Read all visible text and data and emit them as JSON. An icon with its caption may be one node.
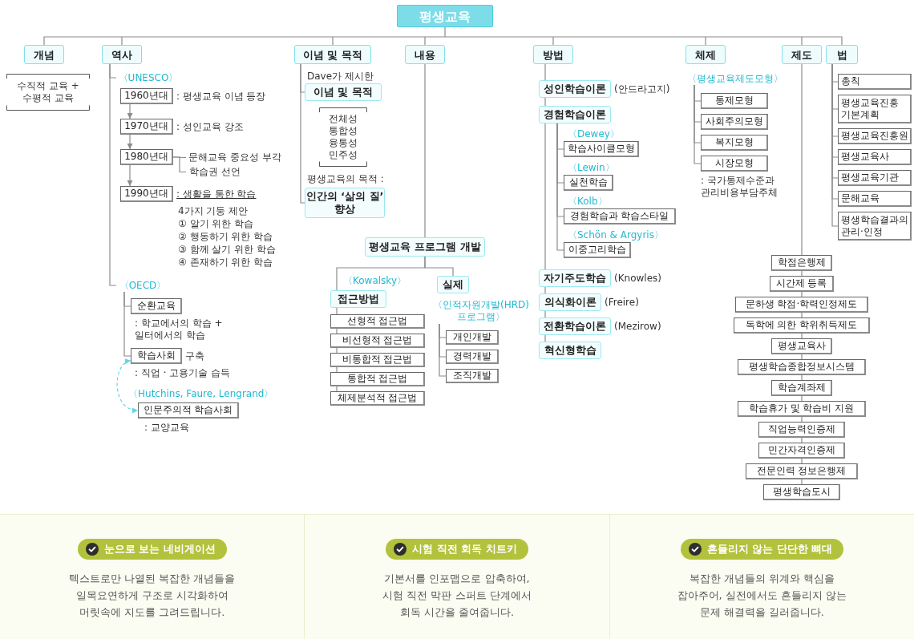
{
  "diagram": {
    "nodes": [
      {
        "text": [
          "평생교육"
        ]
      },
      {
        "text": [
          "개념"
        ]
      },
      {
        "text": [
          "역사"
        ]
      },
      {
        "text": [
          "이념 및 목적"
        ]
      },
      {
        "text": [
          "내용"
        ]
      },
      {
        "text": [
          "방법"
        ]
      },
      {
        "text": [
          "체제"
        ]
      },
      {
        "text": [
          "제도"
        ]
      },
      {
        "text": [
          "법"
        ]
      },
      {
        "text": [
          "수직적 교육 + 수평적 교육"
        ]
      },
      {
        "text": [
          "〈UNESCO〉"
        ]
      },
      {
        "text": [
          "1960년대"
        ],
        "beside": [
          ": 평생교육 이념 등장"
        ]
      },
      {
        "text": [
          "1970년대"
        ],
        "beside": [
          ": 성인교육 강조"
        ]
      },
      {
        "text": [
          "1980년대"
        ]
      },
      {
        "text": [
          "문해교육 중요성 부각"
        ]
      },
      {
        "text": [
          "학습권 선언"
        ]
      },
      {
        "text": [
          "1990년대"
        ],
        "beside": [
          ": 생활을 통한 학습",
          "4가지 기둥 제안",
          "① 알기 위한 학습",
          "② 행동하기 위한 학습",
          "③ 함께 살기 위한 학습",
          "④ 존재하기 위한 학습"
        ]
      },
      {
        "text": [
          "〈OECD〉"
        ]
      },
      {
        "text": [
          "순환교육"
        ],
        "beside": [
          ": 학교에서의 학습 + 일터에서의 학습"
        ]
      },
      {
        "text": [
          "학습사회"
        ],
        "beside": [
          "구축",
          ": 직업 · 고용기술 습득"
        ]
      },
      {
        "text": [
          "인문주의적 학습사회"
        ],
        "beside": [
          "〈Hutchins, Faure, Lengrand〉",
          ": 교양교육"
        ]
      },
      {
        "text": [
          "이념 및 목적"
        ],
        "beside": [
          "Dave가 제시한"
        ]
      },
      {
        "text": [
          "전체성",
          "통합성",
          "융통성",
          "민주성"
        ]
      },
      {
        "text": [
          "인간의 ‘삶의 질’ 향상"
        ],
        "beside": [
          "평생교육의 목적 :"
        ]
      },
      {
        "text": [
          "평생교육 프로그램 개발"
        ]
      },
      {
        "text": [
          "접근방법"
        ],
        "beside": [
          "〈Kowalsky〉"
        ]
      },
      {
        "text": [
          "선형적 접근법"
        ]
      },
      {
        "text": [
          "비선형적 접근법"
        ]
      },
      {
        "text": [
          "비통합적 접근법"
        ]
      },
      {
        "text": [
          "통합적 접근법"
        ]
      },
      {
        "text": [
          "체제분석적 접근법"
        ]
      },
      {
        "text": [
          "실제"
        ]
      },
      {
        "text": [
          "〈인적자원개발(HRD) 프로그램〉"
        ]
      },
      {
        "text": [
          "개인개발"
        ]
      },
      {
        "text": [
          "경력개발"
        ]
      },
      {
        "text": [
          "조직개발"
        ]
      },
      {
        "text": [
          "성인학습이론"
        ],
        "beside": [
          "(안드라고지)"
        ]
      },
      {
        "text": [
          "경험학습이론"
        ]
      },
      {
        "text": [
          "학습사이클모형"
        ],
        "beside": [
          "〈Dewey〉"
        ]
      },
      {
        "text": [
          "실천학습"
        ],
        "beside": [
          "〈Lewin〉"
        ]
      },
      {
        "text": [
          "경험학습과 학습스타일"
        ],
        "beside": [
          "〈Kolb〉"
        ]
      },
      {
        "text": [
          "이중고리학습"
        ],
        "beside": [
          "〈Schön & Argyris〉"
        ]
      },
      {
        "text": [
          "자기주도학습"
        ],
        "beside": [
          "(Knowles)"
        ]
      },
      {
        "text": [
          "의식화이론"
        ],
        "beside": [
          "(Freire)"
        ]
      },
      {
        "text": [
          "전환학습이론"
        ],
        "beside": [
          "(Mezirow)"
        ]
      },
      {
        "text": [
          "혁신형학습"
        ]
      },
      {
        "text": [
          "〈평생교육제도모형〉"
        ]
      },
      {
        "text": [
          "통제모형"
        ]
      },
      {
        "text": [
          "사회주의모형"
        ]
      },
      {
        "text": [
          "복지모형"
        ]
      },
      {
        "text": [
          "시장모형"
        ],
        "beside": [
          ": 국가통제수준과 관리비용부담주체"
        ]
      },
      {
        "text": [
          "학점은행제"
        ]
      },
      {
        "text": [
          "시간제 등록"
        ]
      },
      {
        "text": [
          "문하생 학점·학력인정제도"
        ]
      },
      {
        "text": [
          "독학에 의한 학위취득제도"
        ]
      },
      {
        "text": [
          "평생교육사"
        ]
      },
      {
        "text": [
          "평생학습종합정보시스템"
        ]
      },
      {
        "text": [
          "학습계좌제"
        ]
      },
      {
        "text": [
          "학습휴가 및 학습비 지원"
        ]
      },
      {
        "text": [
          "직업능력인증제"
        ]
      },
      {
        "text": [
          "민간자격인증제"
        ]
      },
      {
        "text": [
          "전문인력 정보은행제"
        ]
      },
      {
        "text": [
          "평생학습도시"
        ]
      },
      {
        "text": [
          "총칙"
        ]
      },
      {
        "text": [
          "평생교육진흥 기본계획"
        ]
      },
      {
        "text": [
          "평생교육진흥원"
        ]
      },
      {
        "text": [
          "평생교육사"
        ]
      },
      {
        "text": [
          "평생교육기관"
        ]
      },
      {
        "text": [
          "문해교육"
        ]
      },
      {
        "text": [
          "평생학습결과의 관리·인정"
        ]
      }
    ],
    "edges": [
      {
        "from": 0,
        "to": 1,
        "arrow": "none"
      },
      {
        "from": 0,
        "to": 2,
        "arrow": "none"
      },
      {
        "from": 0,
        "to": 3,
        "arrow": "none"
      },
      {
        "from": 0,
        "to": 4,
        "arrow": "none"
      },
      {
        "from": 0,
        "to": 5,
        "arrow": "none"
      },
      {
        "from": 0,
        "to": 6,
        "arrow": "none"
      },
      {
        "from": 0,
        "to": 7,
        "arrow": "none"
      },
      {
        "from": 0,
        "to": 8,
        "arrow": "none"
      },
      {
        "from": 2,
        "to": 10,
        "arrow": "none"
      },
      {
        "from": 2,
        "to": 17,
        "arrow": "none"
      },
      {
        "from": 11,
        "to": 12,
        "arrow": "to"
      },
      {
        "from": 12,
        "to": 13,
        "arrow": "to"
      },
      {
        "from": 13,
        "to": 14,
        "arrow": "none"
      },
      {
        "from": 13,
        "to": 15,
        "arrow": "none"
      },
      {
        "from": 13,
        "to": 16,
        "arrow": "to"
      },
      {
        "from": 17,
        "to": 18,
        "arrow": "none"
      },
      {
        "from": 17,
        "to": 19,
        "arrow": "none"
      },
      {
        "from": 19,
        "to": 20,
        "arrow": "both",
        "style": "dashed",
        "color": "#5cd6ea"
      },
      {
        "from": 3,
        "to": 21,
        "arrow": "none"
      },
      {
        "from": 3,
        "to": 23,
        "arrow": "none"
      },
      {
        "from": 4,
        "to": 24,
        "arrow": "none"
      },
      {
        "from": 24,
        "to": 25,
        "arrow": "none"
      },
      {
        "from": 25,
        "to": 26,
        "arrow": "none"
      },
      {
        "from": 26,
        "to": 27,
        "arrow": "none"
      },
      {
        "from": 27,
        "to": 28,
        "arrow": "none"
      },
      {
        "from": 28,
        "to": 29,
        "arrow": "none"
      },
      {
        "from": 29,
        "to": 30,
        "arrow": "none"
      },
      {
        "from": 24,
        "to": 31,
        "arrow": "none"
      },
      {
        "from": 32,
        "to": 33,
        "arrow": "none"
      },
      {
        "from": 32,
        "to": 34,
        "arrow": "none"
      },
      {
        "from": 32,
        "to": 35,
        "arrow": "none"
      },
      {
        "from": 5,
        "to": 36,
        "arrow": "none"
      },
      {
        "from": 36,
        "to": 37,
        "arrow": "none"
      },
      {
        "from": 37,
        "to": 38,
        "arrow": "none"
      },
      {
        "from": 37,
        "to": 39,
        "arrow": "none"
      },
      {
        "from": 37,
        "to": 40,
        "arrow": "none"
      },
      {
        "from": 37,
        "to": 41,
        "arrow": "none"
      },
      {
        "from": 37,
        "to": 42,
        "arrow": "none"
      },
      {
        "from": 42,
        "to": 43,
        "arrow": "none"
      },
      {
        "from": 43,
        "to": 44,
        "arrow": "none"
      },
      {
        "from": 44,
        "to": 45,
        "arrow": "none"
      },
      {
        "from": 46,
        "to": 47,
        "arrow": "none"
      },
      {
        "from": 46,
        "to": 48,
        "arrow": "none"
      },
      {
        "from": 46,
        "to": 49,
        "arrow": "none"
      },
      {
        "from": 46,
        "to": 50,
        "arrow": "none"
      },
      {
        "from": 7,
        "to": 51,
        "arrow": "none"
      },
      {
        "from": 51,
        "to": 52,
        "arrow": "none"
      },
      {
        "from": 52,
        "to": 53,
        "arrow": "none"
      },
      {
        "from": 53,
        "to": 54,
        "arrow": "none"
      },
      {
        "from": 54,
        "to": 55,
        "arrow": "none"
      },
      {
        "from": 55,
        "to": 56,
        "arrow": "none"
      },
      {
        "from": 56,
        "to": 57,
        "arrow": "none"
      },
      {
        "from": 57,
        "to": 58,
        "arrow": "none"
      },
      {
        "from": 58,
        "to": 59,
        "arrow": "none"
      },
      {
        "from": 59,
        "to": 60,
        "arrow": "none"
      },
      {
        "from": 60,
        "to": 61,
        "arrow": "none"
      },
      {
        "from": 61,
        "to": 62,
        "arrow": "none"
      },
      {
        "from": 8,
        "to": 63,
        "arrow": "none"
      },
      {
        "from": 8,
        "to": 64,
        "arrow": "none"
      },
      {
        "from": 8,
        "to": 65,
        "arrow": "none"
      },
      {
        "from": 8,
        "to": 66,
        "arrow": "none"
      },
      {
        "from": 8,
        "to": 67,
        "arrow": "none"
      },
      {
        "from": 8,
        "to": 68,
        "arrow": "none"
      },
      {
        "from": 8,
        "to": 69,
        "arrow": "none"
      }
    ],
    "labels": [
      "눈으로 보는 네비게이션",
      "텍스트로만 나열된 복잡한 개념들을 일목요연하게 구조로 시각화하여 머릿속에 지도를 그려드립니다.",
      "시험 직전 회독 치트키",
      "기본서를 인포맵으로 압축하여, 시험 직전 막판 스퍼트 단계에서 회독 시간을 줄여줍니다.",
      "흔들리지 않는 단단한 뼈대",
      "복잡한 개념들의 위계와 핵심을 잡아주어, 실전에서도 흔들리지 않는 문제 해결력을 길러줍니다."
    ]
  }
}
